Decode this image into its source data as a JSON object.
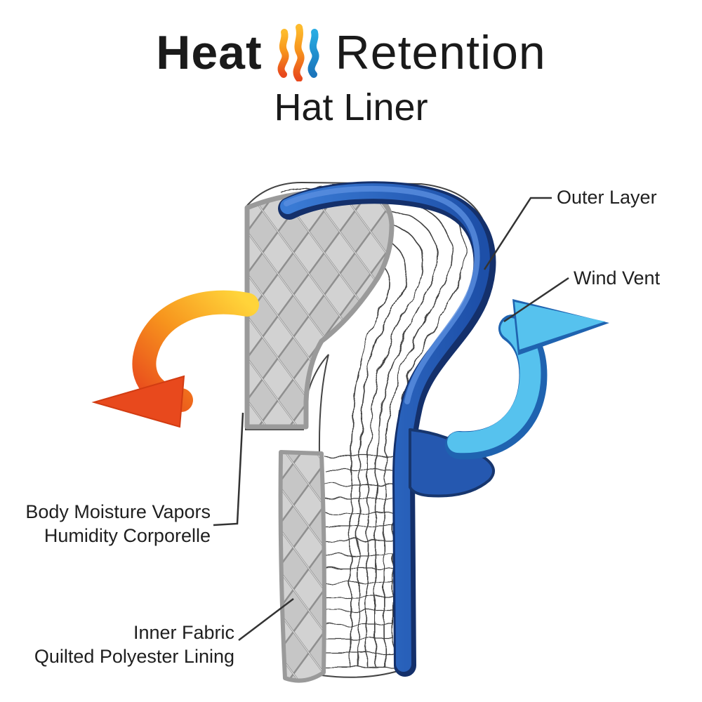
{
  "title": {
    "word_bold": "Heat",
    "word_regular": "Retention",
    "subtitle": "Hat Liner"
  },
  "labels": {
    "outer_layer": "Outer Layer",
    "wind_vent": "Wind Vent",
    "body_moisture": {
      "line1": "Body Moisture Vapors",
      "line2": "Humidity Corporelle"
    },
    "inner_fabric": {
      "line1": "Inner Fabric",
      "line2": "Quilted Polyester Lining"
    }
  },
  "icons": {
    "heat_flame_icon": "three-squiggle heat waves, two orange one blue",
    "moisture_arrow_icon": "curved arrow pointing left, yellow to orange gradient",
    "wind_arrow_icon": "curved arrow pointing right, light blue"
  },
  "colors": {
    "text": "#1a1a1a",
    "flame_orange": "#f7941d",
    "flame_orange_deep": "#e8491d",
    "flame_blue": "#29abe2",
    "outer_layer_blue": "#2a63c0",
    "outer_layer_navy": "#16366f",
    "wind_arrow_blue": "#56c2ee",
    "quilt_gray": "#d2d2d2",
    "quilt_line_gray": "#8f8f8f",
    "leader_line": "#333333"
  }
}
